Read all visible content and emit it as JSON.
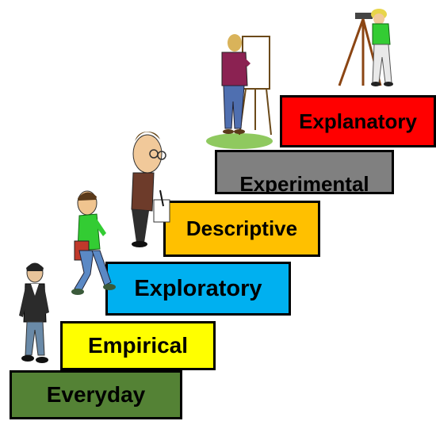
{
  "steps": [
    {
      "label": "Everyday",
      "color": "#548235"
    },
    {
      "label": "Empirical",
      "color": "#ffff00"
    },
    {
      "label": "Exploratory",
      "color": "#00b0f0"
    },
    {
      "label": "Descriptive",
      "color": "#ffc000"
    },
    {
      "label": "Experimental",
      "color": "#808080"
    },
    {
      "label": "Explanatory",
      "color": "#ff0000"
    }
  ],
  "figures": [
    {
      "icon": "walking-man-icon"
    },
    {
      "icon": "man-with-book-icon"
    },
    {
      "icon": "writing-man-icon"
    },
    {
      "icon": "painter-at-easel-icon"
    },
    {
      "icon": "surveyor-with-tripod-icon"
    }
  ]
}
